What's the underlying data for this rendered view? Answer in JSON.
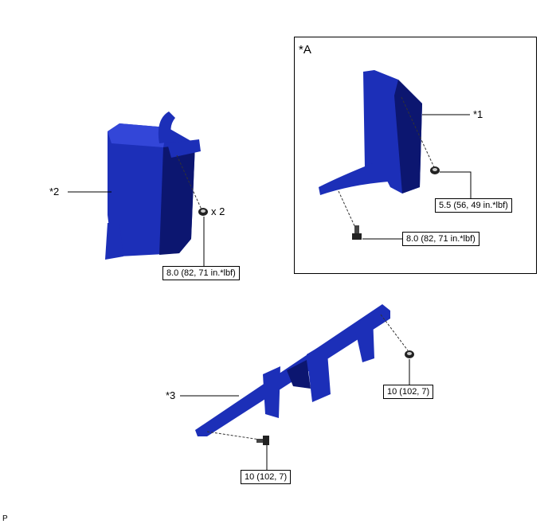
{
  "panel_a": {
    "label": "*A"
  },
  "callouts": {
    "part1": "*1",
    "part2": "*2",
    "part3": "*3",
    "quantity": "x 2"
  },
  "torque_specs": {
    "a_nut": "5.5 (56, 49 in.*lbf)",
    "a_bolt": "8.0 (82, 71 in.*lbf)",
    "left_nut": "8.0 (82, 71 in.*lbf)",
    "bracket_nut": "10 (102, 7)",
    "bracket_bolt": "10 (102, 7)"
  },
  "footer": {
    "code": "P"
  },
  "colors": {
    "part_blue": "#1c2fb8",
    "part_dark": "#0c1670"
  }
}
